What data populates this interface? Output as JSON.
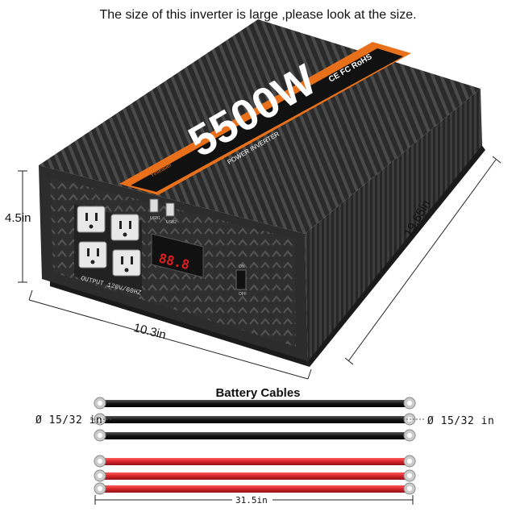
{
  "headline": "The size of this inverter is large ,please look at the size.",
  "dimensions": {
    "height": "4.5in",
    "width": "10.3in",
    "depth": "19.65in"
  },
  "product": {
    "wattage": "5500W",
    "subtitle": "POWER INVERTER",
    "brand": "Yinleader",
    "certifications": "CE FC RoHS",
    "output_label": "OUTPUT 120V/60HZ",
    "usb1": "USB1",
    "usb2": "USB2",
    "switch_on": "ON",
    "switch_off": "OFF",
    "display_value": "88.8"
  },
  "cables": {
    "title": "Battery Cables",
    "hole_diameter": "Ø 15/32 in",
    "length": "31.5in"
  },
  "colors": {
    "body": "#2b2b2b",
    "accent": "#e8701a",
    "red_cable": "#d6242a",
    "black_cable": "#111111"
  }
}
